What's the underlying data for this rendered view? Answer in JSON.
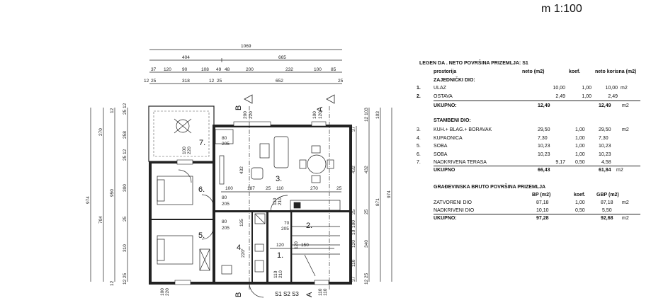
{
  "scale": "m 1:100",
  "rooms": [
    "7.",
    "6.",
    "5.",
    "4.",
    "3.",
    "2.",
    "1."
  ],
  "sections": {
    "b": "B",
    "a": "A",
    "stairs": "S1  S2  S3"
  },
  "dims": {
    "overall": "1069",
    "row2": [
      "404",
      "665"
    ],
    "row3": [
      "37",
      "120",
      "90",
      "108",
      "49",
      "48",
      "200",
      "232",
      "100",
      "85"
    ],
    "row4": [
      "12",
      "25",
      "318",
      "12",
      "25",
      "652",
      "25"
    ],
    "left_a": "974",
    "left_b": [
      "270",
      "704"
    ],
    "left_c": [
      "12",
      "950",
      "12"
    ],
    "left_d": [
      "25 12",
      "258",
      "25 12",
      "300",
      "25",
      "310",
      "12 25"
    ],
    "right_a": [
      "37",
      "432",
      "25",
      "100",
      "10",
      "120",
      "110",
      "37"
    ],
    "right_b": [
      "12 103",
      "432",
      "25",
      "340",
      "12 25"
    ],
    "right_c": [
      "103",
      "871"
    ],
    "right_d": "974",
    "interior": [
      "432",
      "100",
      "187",
      "25",
      "110",
      "270",
      "25",
      "135",
      "220",
      "120",
      "120",
      "150"
    ],
    "openings": [
      "80",
      "205",
      "80",
      "205",
      "80",
      "205",
      "70",
      "205",
      "100",
      "220",
      "200",
      "220",
      "100",
      "120",
      "100",
      "220",
      "110",
      "110",
      "110",
      "210",
      "110",
      "210"
    ]
  },
  "legend": {
    "title": "LEGEN DA . NETO POVRŠINA PRIZEMLJA: S1",
    "headers": {
      "room": "prostorija",
      "net": "neto (m2)",
      "coef": "koef.",
      "useful": "neto korisna (m2)"
    },
    "common": {
      "title": "ZAJEDNIČKI DIO:",
      "rows": [
        {
          "no": "1.",
          "name": "ULAZ",
          "net": "10,00",
          "coef": "1,00",
          "useful": "10,00",
          "unit": "m2"
        },
        {
          "no": "2.",
          "name": "OSTAVA",
          "net": "2,49",
          "coef": "1,00",
          "useful": "2,49",
          "unit": ""
        }
      ],
      "total": {
        "label": "UKUPNO:",
        "net": "12,49",
        "useful": "12,49",
        "unit": "m2"
      }
    },
    "residential": {
      "title": "STAMBENI DIO:",
      "rows": [
        {
          "no": "3.",
          "name": "KUH.+ BLAG.+ BORAVAK",
          "net": "29,50",
          "coef": "1,00",
          "useful": "29,50",
          "unit": "m2"
        },
        {
          "no": "4.",
          "name": "KUPAONICA",
          "net": "7,30",
          "coef": "1,00",
          "useful": "7,30",
          "unit": ""
        },
        {
          "no": "5.",
          "name": "SOBA",
          "net": "10,23",
          "coef": "1,00",
          "useful": "10,23",
          "unit": ""
        },
        {
          "no": "6.",
          "name": "SOBA",
          "net": "10,23",
          "coef": "1,00",
          "useful": "10,23",
          "unit": ""
        },
        {
          "no": "7.",
          "name": "NADKRIVENA TERASA",
          "net": "9,17",
          "coef": "0,50",
          "useful": "4,58",
          "unit": ""
        }
      ],
      "total": {
        "label": "UKUPNO",
        "net": "66,43",
        "useful": "61,84",
        "unit": "m2"
      }
    },
    "gross": {
      "title": "GRAĐEVINSKA BRUTO POVRŠINA  PRIZEMLJA",
      "headers": {
        "bp": "BP (m2)",
        "coef": "koef.",
        "gbp": "GBP (m2)"
      },
      "rows": [
        {
          "name": "ZATVORENI DIO",
          "bp": "87,18",
          "coef": "1,00",
          "gbp": "87,18",
          "unit": "m2"
        },
        {
          "name": "NADKRIVENI DIO",
          "bp": "10,10",
          "coef": "0,50",
          "gbp": "5,50",
          "unit": ""
        }
      ],
      "total": {
        "label": "UKUPNO:",
        "bp": "97,28",
        "gbp": "92,68",
        "unit": "m2"
      }
    }
  }
}
